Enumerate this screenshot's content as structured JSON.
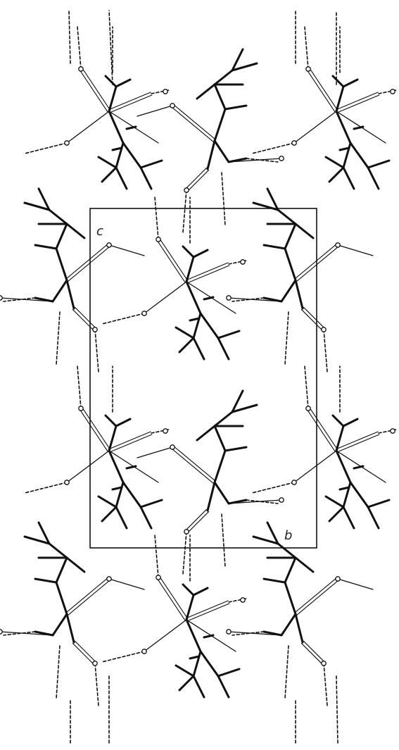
{
  "figure": {
    "type": "crystal packing diagram",
    "axis_labels": {
      "c": "c",
      "b": "b"
    },
    "colors": {
      "bond": "#111111",
      "hbond": "#222222",
      "cell": "#111111",
      "background": "#ffffff"
    }
  }
}
